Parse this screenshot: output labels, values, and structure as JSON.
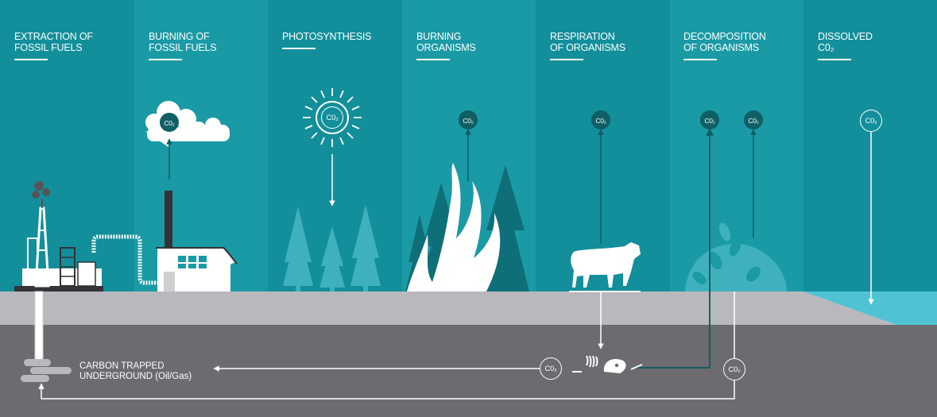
{
  "stages": [
    {
      "id": "extraction",
      "title_line1": "EXTRACTION OF",
      "title_line2": "FOSSIL FUELS"
    },
    {
      "id": "burning-fossil",
      "title_line1": "BURNING OF",
      "title_line2": "FOSSIL FUELS"
    },
    {
      "id": "photosynthesis",
      "title_line1": "PHOTOSYNTHESIS",
      "title_line2": ""
    },
    {
      "id": "burning-organisms",
      "title_line1": "BURNING",
      "title_line2": "ORGANISMS"
    },
    {
      "id": "respiration",
      "title_line1": "RESPIRATION",
      "title_line2": "OF ORGANISMS"
    },
    {
      "id": "decomposition",
      "title_line1": "DECOMPOSITION",
      "title_line2": "OF ORGANISMS"
    },
    {
      "id": "dissolved",
      "title_line1": "DISSOLVED",
      "title_line2": "C0₂"
    }
  ],
  "co2_label": "C0₂",
  "underground": {
    "line1": "CARBON TRAPPED",
    "line2": "UNDERGROUND (Oil/Gas)"
  },
  "colors": {
    "column_a": "#128f9a",
    "column_b": "#1a9aa5",
    "ground": "#b9b9bd",
    "underground": "#6b6b70",
    "water": "#4fc3d4",
    "dark_teal": "#0f5f65",
    "tree": "#3fb1bd",
    "white": "#ffffff"
  },
  "icons": [
    "oil-rig-icon",
    "pipe-icon",
    "factory-icon",
    "smoke-cloud-icon",
    "sun-icon",
    "tree-icon",
    "fire-icon",
    "cow-icon",
    "plant-icon",
    "fossil-bones-icon",
    "oil-pool-icon",
    "arrow-icon"
  ]
}
